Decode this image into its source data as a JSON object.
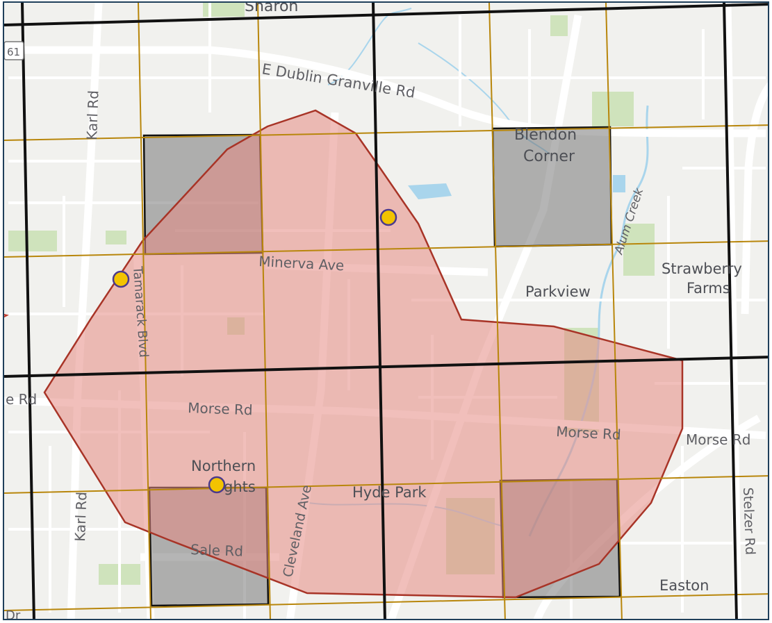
{
  "map": {
    "labels": {
      "sharon": "Sharon",
      "sr161": "61",
      "e_dublin_granville": "E Dublin Granville Rd",
      "karl_rd_north": "Karl Rd",
      "karl_rd_south": "Karl Rd",
      "blendon": "Blendon",
      "corner": "Corner",
      "alum_creek": "Alum Creek",
      "minerva": "Minerva Ave",
      "tamarack": "Tamarack Blvd",
      "strawberry": "Strawberry",
      "farms": "Farms",
      "parkview": "Parkview",
      "morse_west": "Morse Rd",
      "morse_mid": "Morse Rd",
      "morse_east": "Morse Rd",
      "e_rd": "e Rd",
      "northern": "Northern",
      "heights": "ghts",
      "cleveland": "Cleveland Ave",
      "hyde_park": "Hyde Park",
      "sale_rd": "Sale Rd",
      "stelzer": "Stelzer Rd",
      "easton": "Easton",
      "dr": "Dr"
    },
    "colors": {
      "land": "#f1f1ee",
      "road": "#ffffff",
      "park": "#cfe3bc",
      "water": "#a9d5ec",
      "polygon_fill": "#e58a84",
      "polygon_stroke": "#a83427",
      "grid_major": "#111111",
      "grid_minor": "#b8860b",
      "cell_fill": "#6b6b6b",
      "marker_fill": "#f2c300",
      "marker_stroke": "#4b3a8c",
      "frame_border": "#1f3f5a"
    },
    "markers": [
      {
        "name": "marker-north"
      },
      {
        "name": "marker-west"
      },
      {
        "name": "marker-northern-heights"
      }
    ]
  }
}
